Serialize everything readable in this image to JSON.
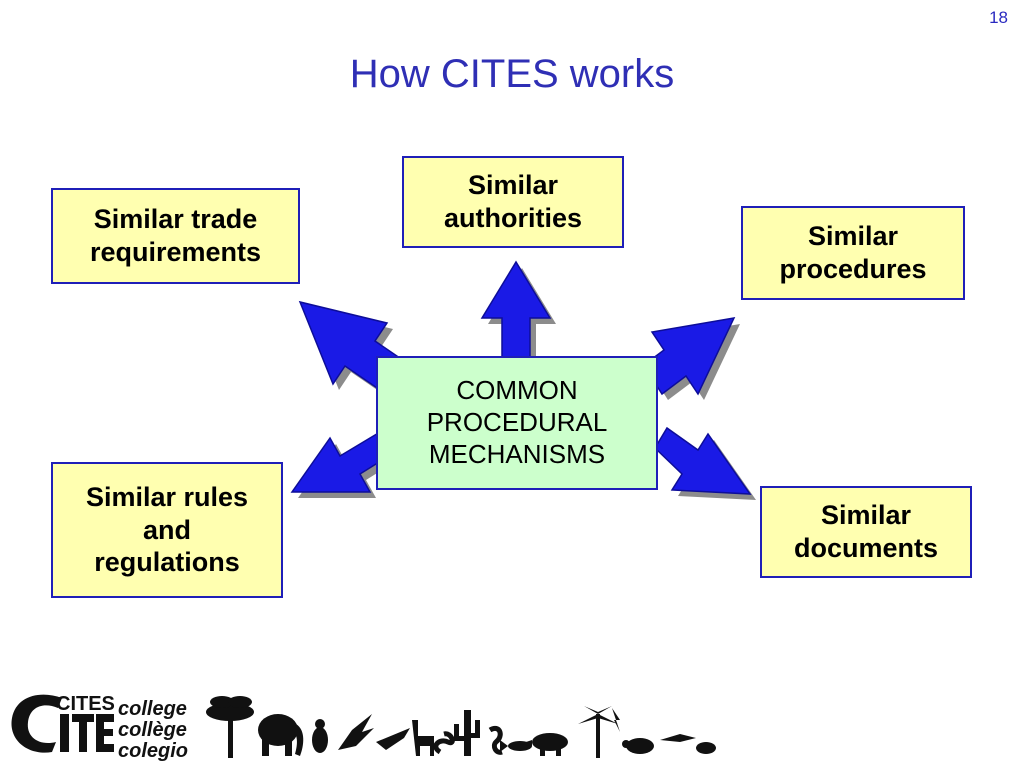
{
  "slide": {
    "number": "18",
    "title": "How CITES works"
  },
  "diagram": {
    "center": "COMMON\nPROCEDURAL\nMECHANISMS",
    "boxes": [
      {
        "id": "authorities",
        "label": "Similar\nauthorities"
      },
      {
        "id": "trade",
        "label": "Similar trade\nrequirements"
      },
      {
        "id": "procedures",
        "label": "Similar\nprocedures"
      },
      {
        "id": "rules",
        "label": "Similar rules\nand\nregulations"
      },
      {
        "id": "documents",
        "label": "Similar\ndocuments"
      }
    ]
  },
  "footer": {
    "logo_text": "CITES",
    "college_lines": [
      "college",
      "collège",
      "colegio"
    ]
  },
  "colors": {
    "title": "#2f2fb5",
    "box_fill": "#ffffb0",
    "center_fill": "#ccffcc",
    "border": "#1f1fb8",
    "arrow": "#1a1ae6",
    "arrow_shadow": "#8c8c8c"
  }
}
